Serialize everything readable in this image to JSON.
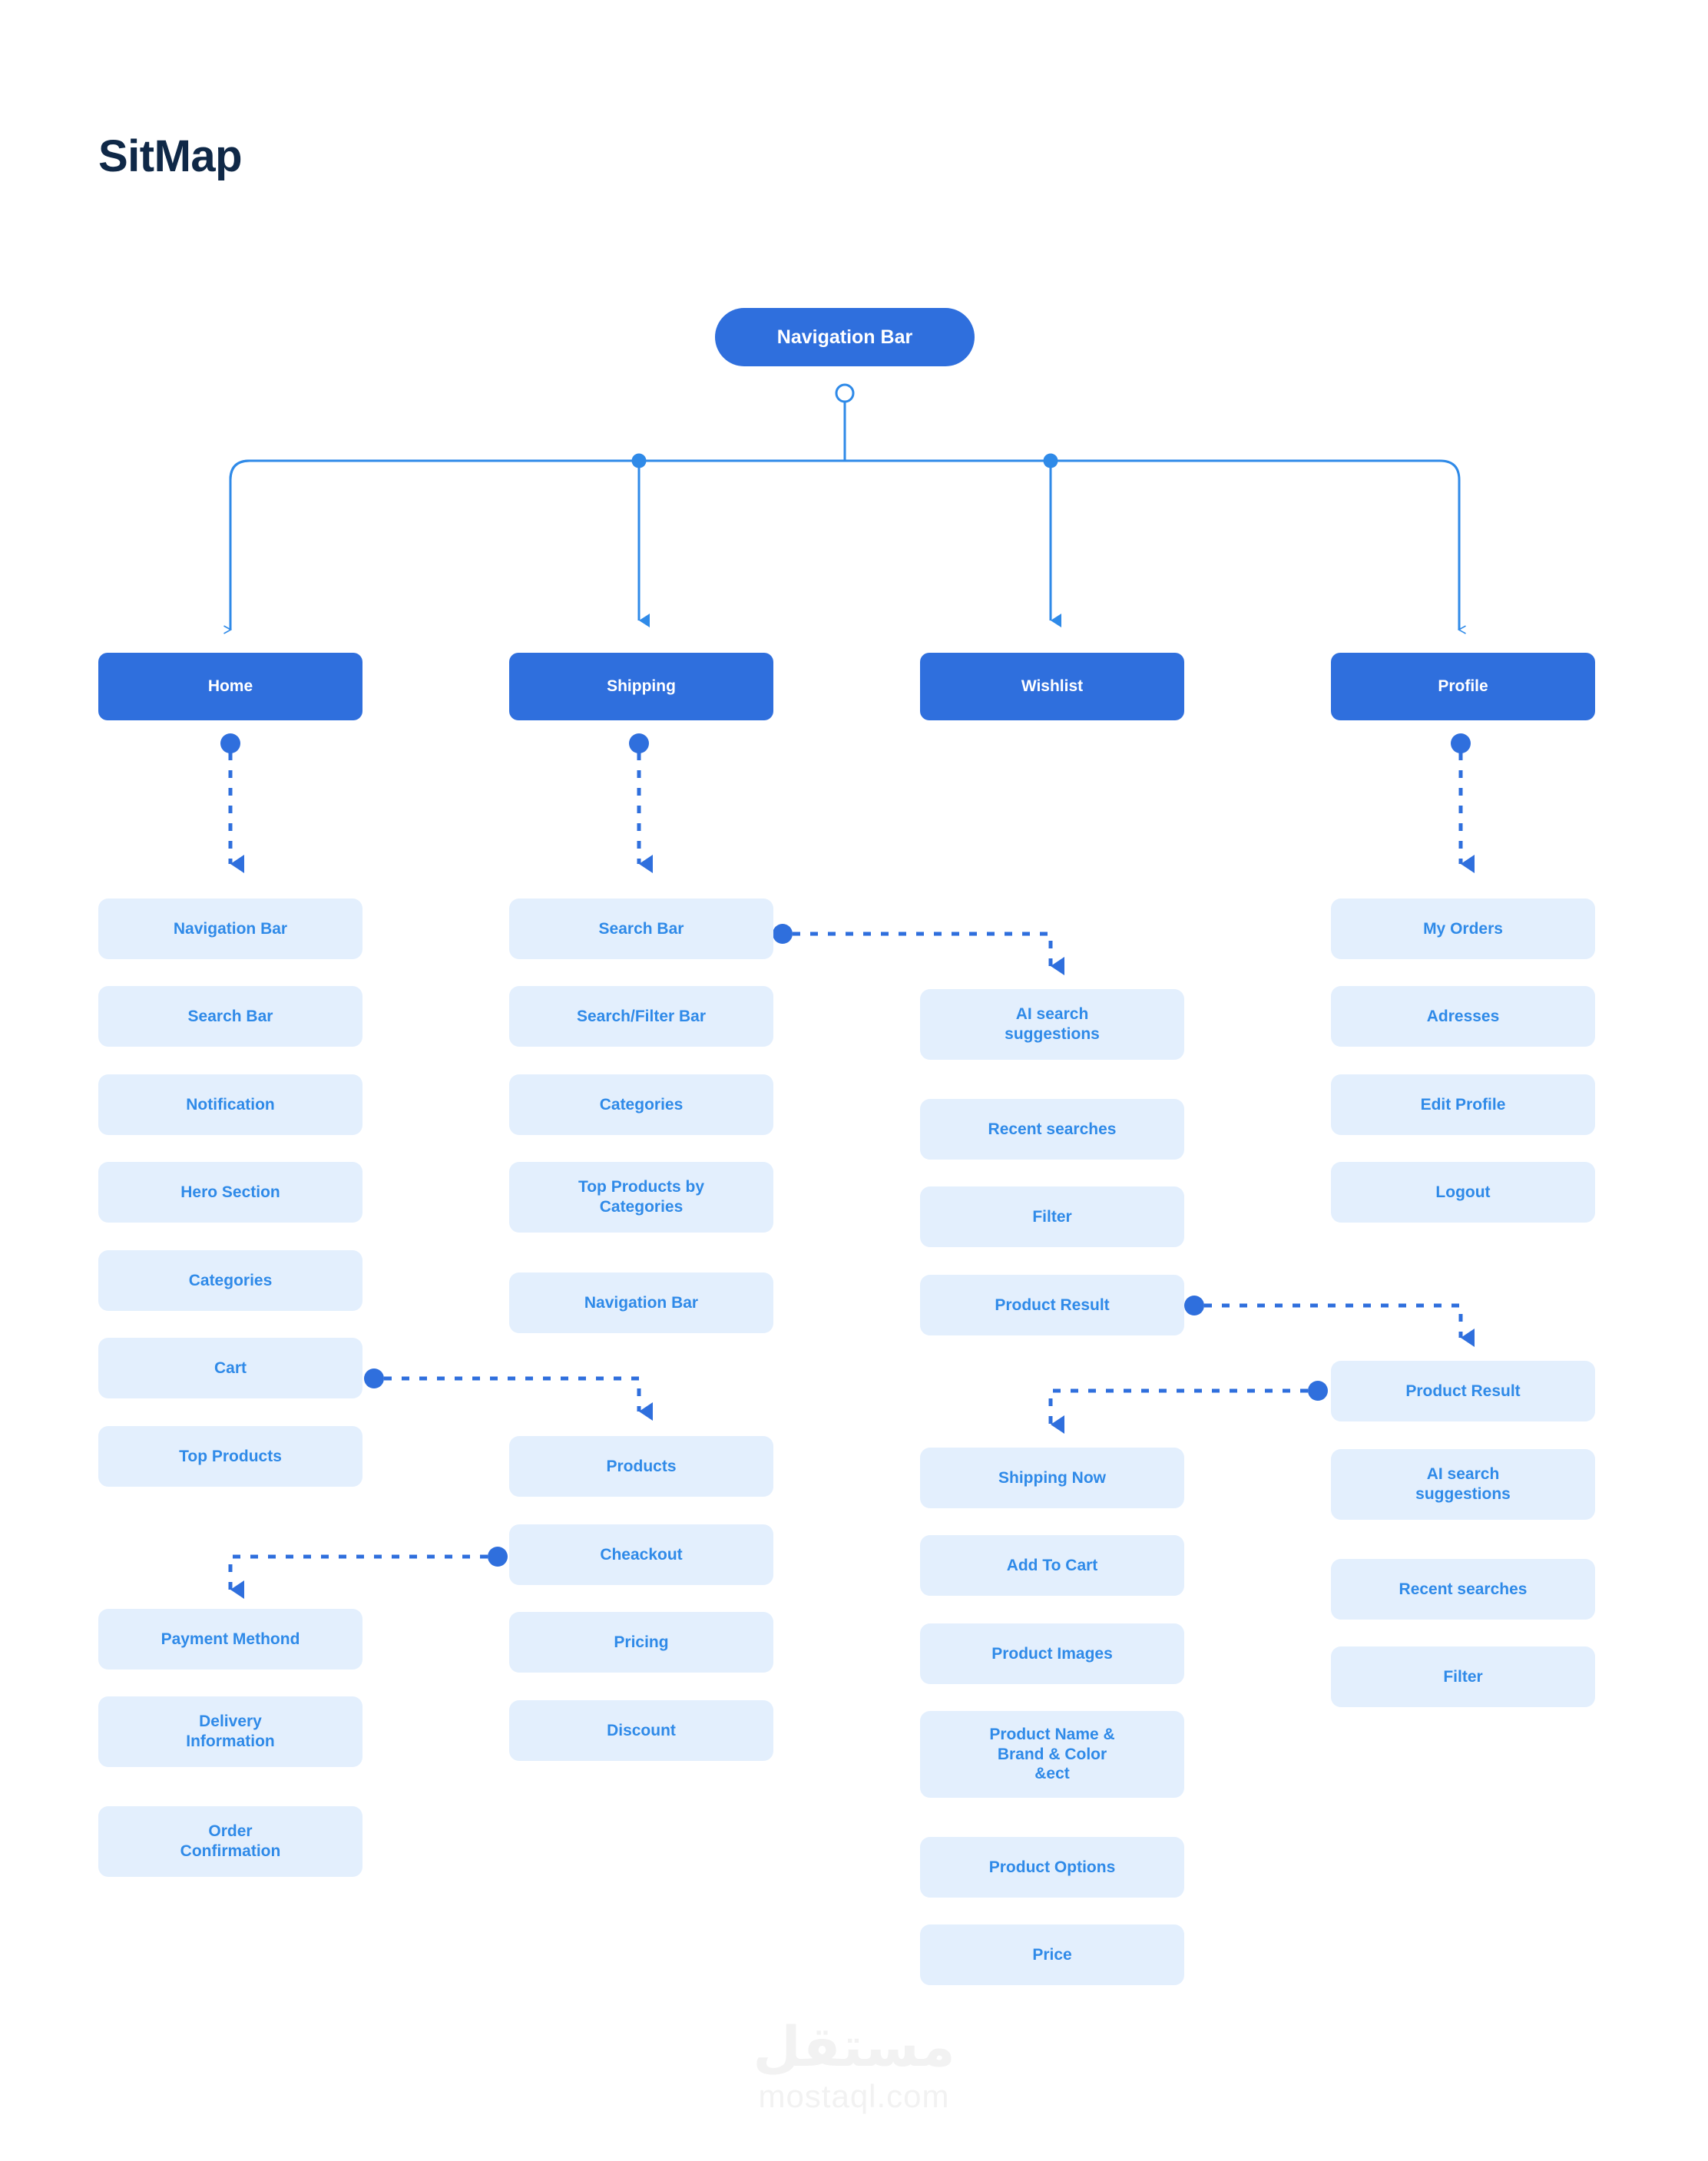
{
  "page": {
    "title": "SitMap",
    "background": "#ffffff"
  },
  "colors": {
    "title": "#0f2847",
    "primary_node_bg": "#2f6fdd",
    "primary_node_text": "#ffffff",
    "leaf_node_bg": "#e3effd",
    "leaf_node_text": "#2f8ae8",
    "connector": "#2f8ae8",
    "connector_dashed": "#2f6fdd",
    "watermark": "#f2f2f2"
  },
  "root": {
    "label": "Navigation Bar"
  },
  "columns": [
    {
      "key": "home",
      "label": "Home",
      "groups": [
        {
          "key": "home-main",
          "items": [
            {
              "label": "Navigation Bar"
            },
            {
              "label": "Search Bar"
            },
            {
              "label": "Notification"
            },
            {
              "label": "Hero Section"
            },
            {
              "label": "Categories"
            },
            {
              "label": "Cart"
            },
            {
              "label": "Top Products"
            }
          ]
        },
        {
          "key": "home-checkout",
          "items": [
            {
              "label": "Payment Methond"
            },
            {
              "label": "Delivery\nInformation"
            },
            {
              "label": "Order\nConfirmation"
            }
          ]
        }
      ]
    },
    {
      "key": "shipping",
      "label": "Shipping",
      "groups": [
        {
          "key": "shipping-main",
          "items": [
            {
              "label": "Search Bar"
            },
            {
              "label": "Search/Filter Bar"
            },
            {
              "label": "Categories"
            },
            {
              "label": "Top Products by\nCategories"
            },
            {
              "label": "Navigation Bar"
            }
          ]
        },
        {
          "key": "shipping-products",
          "items": [
            {
              "label": "Products"
            },
            {
              "label": "Cheackout"
            },
            {
              "label": "Pricing"
            },
            {
              "label": "Discount"
            }
          ]
        }
      ]
    },
    {
      "key": "wishlist",
      "label": "Wishlist",
      "groups": [
        {
          "key": "wishlist-search",
          "items": [
            {
              "label": "AI search\nsuggestions"
            },
            {
              "label": "Recent searches"
            },
            {
              "label": "Filter"
            },
            {
              "label": "Product Result"
            }
          ]
        },
        {
          "key": "wishlist-product",
          "items": [
            {
              "label": "Shipping Now"
            },
            {
              "label": "Add To Cart"
            },
            {
              "label": "Product Images"
            },
            {
              "label": "Product Name &\nBrand & Color\n&ect"
            },
            {
              "label": "Product Options"
            },
            {
              "label": "Price"
            }
          ]
        }
      ]
    },
    {
      "key": "profile",
      "label": "Profile",
      "groups": [
        {
          "key": "profile-main",
          "items": [
            {
              "label": "My Orders"
            },
            {
              "label": "Adresses"
            },
            {
              "label": "Edit Profile"
            },
            {
              "label": "Logout"
            }
          ]
        },
        {
          "key": "profile-results",
          "items": [
            {
              "label": "Product Result"
            },
            {
              "label": "AI search\nsuggestions"
            },
            {
              "label": "Recent searches"
            },
            {
              "label": "Filter"
            }
          ]
        }
      ]
    }
  ],
  "cross_links": [
    {
      "from": "Search Bar (Shipping)",
      "to": "AI search suggestions (Wishlist)"
    },
    {
      "from": "Cart (Home)",
      "to": "Products (Shipping)"
    },
    {
      "from": "Cheackout (Shipping)",
      "to": "Payment Methond (Home)"
    },
    {
      "from": "Product Result (Wishlist)",
      "to": "Product Result (Profile)"
    },
    {
      "from": "Product Result (Profile)",
      "to": "Shipping Now (Wishlist)"
    }
  ],
  "watermark": {
    "arabic": "مستقل",
    "latin": "mostaql.com"
  }
}
